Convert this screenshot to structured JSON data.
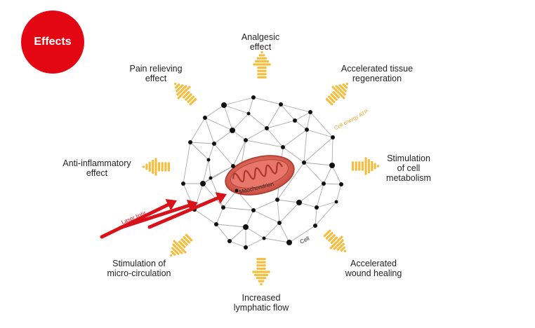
{
  "badge": {
    "label": "Effects",
    "color": "#e30613"
  },
  "effects": [
    {
      "id": "analgesic",
      "lines": [
        "Analgesic",
        "effect"
      ]
    },
    {
      "id": "pain-relieving",
      "lines": [
        "Pain relieving",
        "effect"
      ]
    },
    {
      "id": "tissue-regeneration",
      "lines": [
        "Accelerated tissue",
        "regeneration"
      ]
    },
    {
      "id": "anti-inflammatory",
      "lines": [
        "Anti-inflammatory",
        "effect"
      ]
    },
    {
      "id": "cell-metabolism",
      "lines": [
        "Stimulation",
        "of cell",
        "metabolism"
      ]
    },
    {
      "id": "micro-circulation",
      "lines": [
        "Stimulation of",
        "micro-circulation"
      ]
    },
    {
      "id": "wound-healing",
      "lines": [
        "Accelerated",
        "wound healing"
      ]
    },
    {
      "id": "lymphatic-flow",
      "lines": [
        "Increased",
        "lymphatic flow"
      ]
    }
  ],
  "diagram_labels": {
    "mitochondrion": "Mitochondrion",
    "cell": "Cell",
    "cell_energy": "Cell energy ATP",
    "laser_light": "Laser light"
  },
  "colors": {
    "arrow_dots": "#f5bd3d",
    "laser": "#d8121b",
    "laser_text": "#d8121b",
    "mito_fill": "#e1685a",
    "mito_inner": "#c7392f",
    "energy_text": "#e7a52a",
    "node": "#111111",
    "mesh": "#9a9a9a"
  }
}
